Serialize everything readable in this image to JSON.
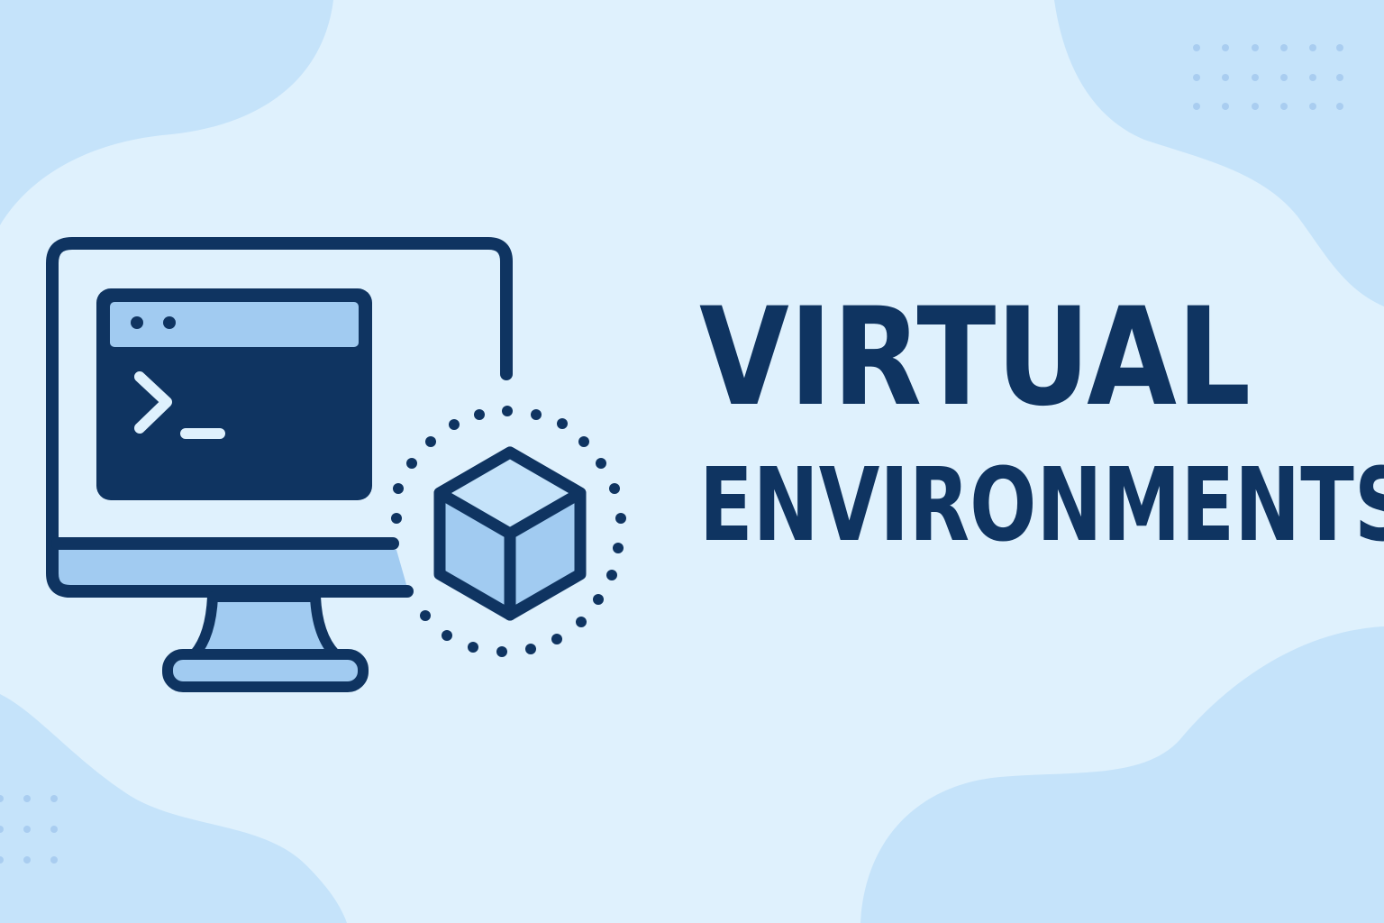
{
  "title": {
    "line1": "VIRTUAL",
    "line2": "ENVIRONMENTS"
  },
  "illustration": {
    "monitor": "monitor-icon",
    "terminal_window": "terminal-window-icon",
    "prompt": "terminal-prompt-icon",
    "package": "cube-icon",
    "package_ring": "dotted-circle"
  },
  "colors": {
    "background": "#dff1fd",
    "blob": "#c5e3fa",
    "dark_navy": "#0f3461",
    "light_blue": "#a1cbf1",
    "screen_fill": "#dcefff"
  }
}
